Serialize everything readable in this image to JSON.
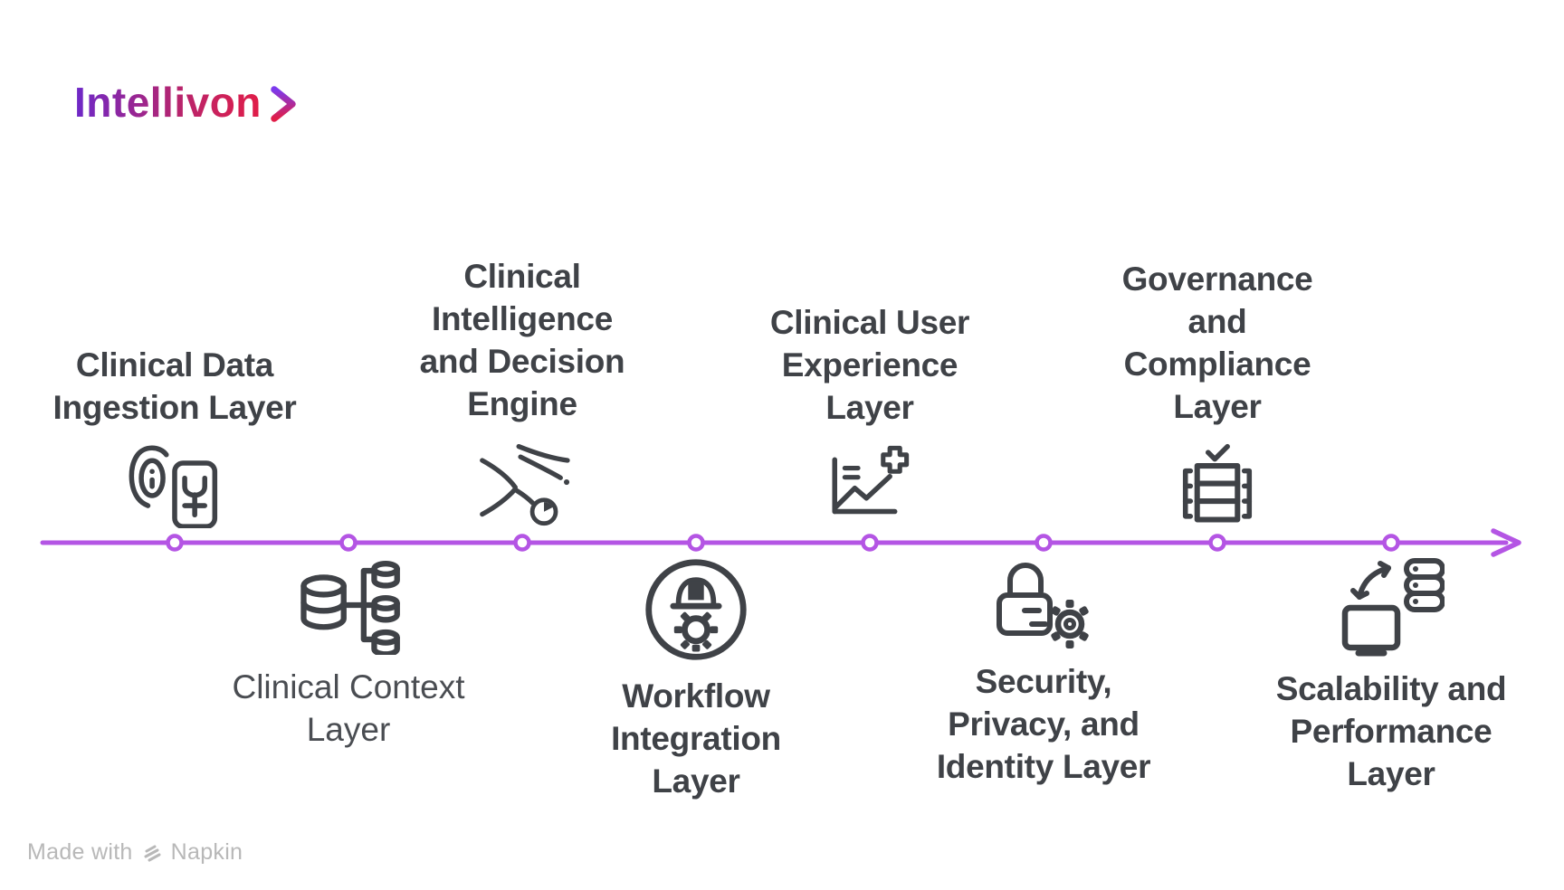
{
  "logo": {
    "name": "Intellivon",
    "chevron_icon": "right-chevron"
  },
  "diagram": {
    "type": "timeline",
    "direction": "left-to-right",
    "node_count": 8
  },
  "columns": [
    {
      "id": "clinical-data-ingestion",
      "side": "top",
      "label": "Clinical Data\nIngestion Layer",
      "icon": "fingerprint-device-icon"
    },
    {
      "id": "clinical-context",
      "side": "bottom",
      "label": "Clinical Context\nLayer",
      "icon": "database-cluster-icon"
    },
    {
      "id": "clinical-intelligence",
      "side": "top",
      "label": "Clinical\nIntelligence\nand Decision\nEngine",
      "icon": "flow-clock-icon"
    },
    {
      "id": "workflow-integration",
      "side": "bottom",
      "label": "Workflow\nIntegration\nLayer",
      "icon": "engineer-gear-icon"
    },
    {
      "id": "clinical-user-experience",
      "side": "top",
      "label": "Clinical User\nExperience\nLayer",
      "icon": "chart-medical-cross-icon"
    },
    {
      "id": "security-privacy-identity",
      "side": "bottom",
      "label": "Security,\nPrivacy, and\nIdentity Layer",
      "icon": "lock-gear-icon"
    },
    {
      "id": "governance-compliance",
      "side": "top",
      "label": "Governance\nand\nCompliance\nLayer",
      "icon": "check-table-icon"
    },
    {
      "id": "scalability-performance",
      "side": "bottom",
      "label": "Scalability and\nPerformance\nLayer",
      "icon": "monitor-server-sync-icon"
    }
  ],
  "footer": {
    "made_with": "Made with",
    "brand": "Napkin",
    "brand_icon": "napkin-stripes"
  },
  "colors": {
    "timeline": "#b455e4",
    "heading": "#3f4247",
    "regular_label": "#4a4d52",
    "icon": "#3f4247",
    "footer": "#b8b8b8",
    "logo_start": "#6d28c9",
    "logo_mid": "#b6256e",
    "logo_end": "#e11d48"
  }
}
